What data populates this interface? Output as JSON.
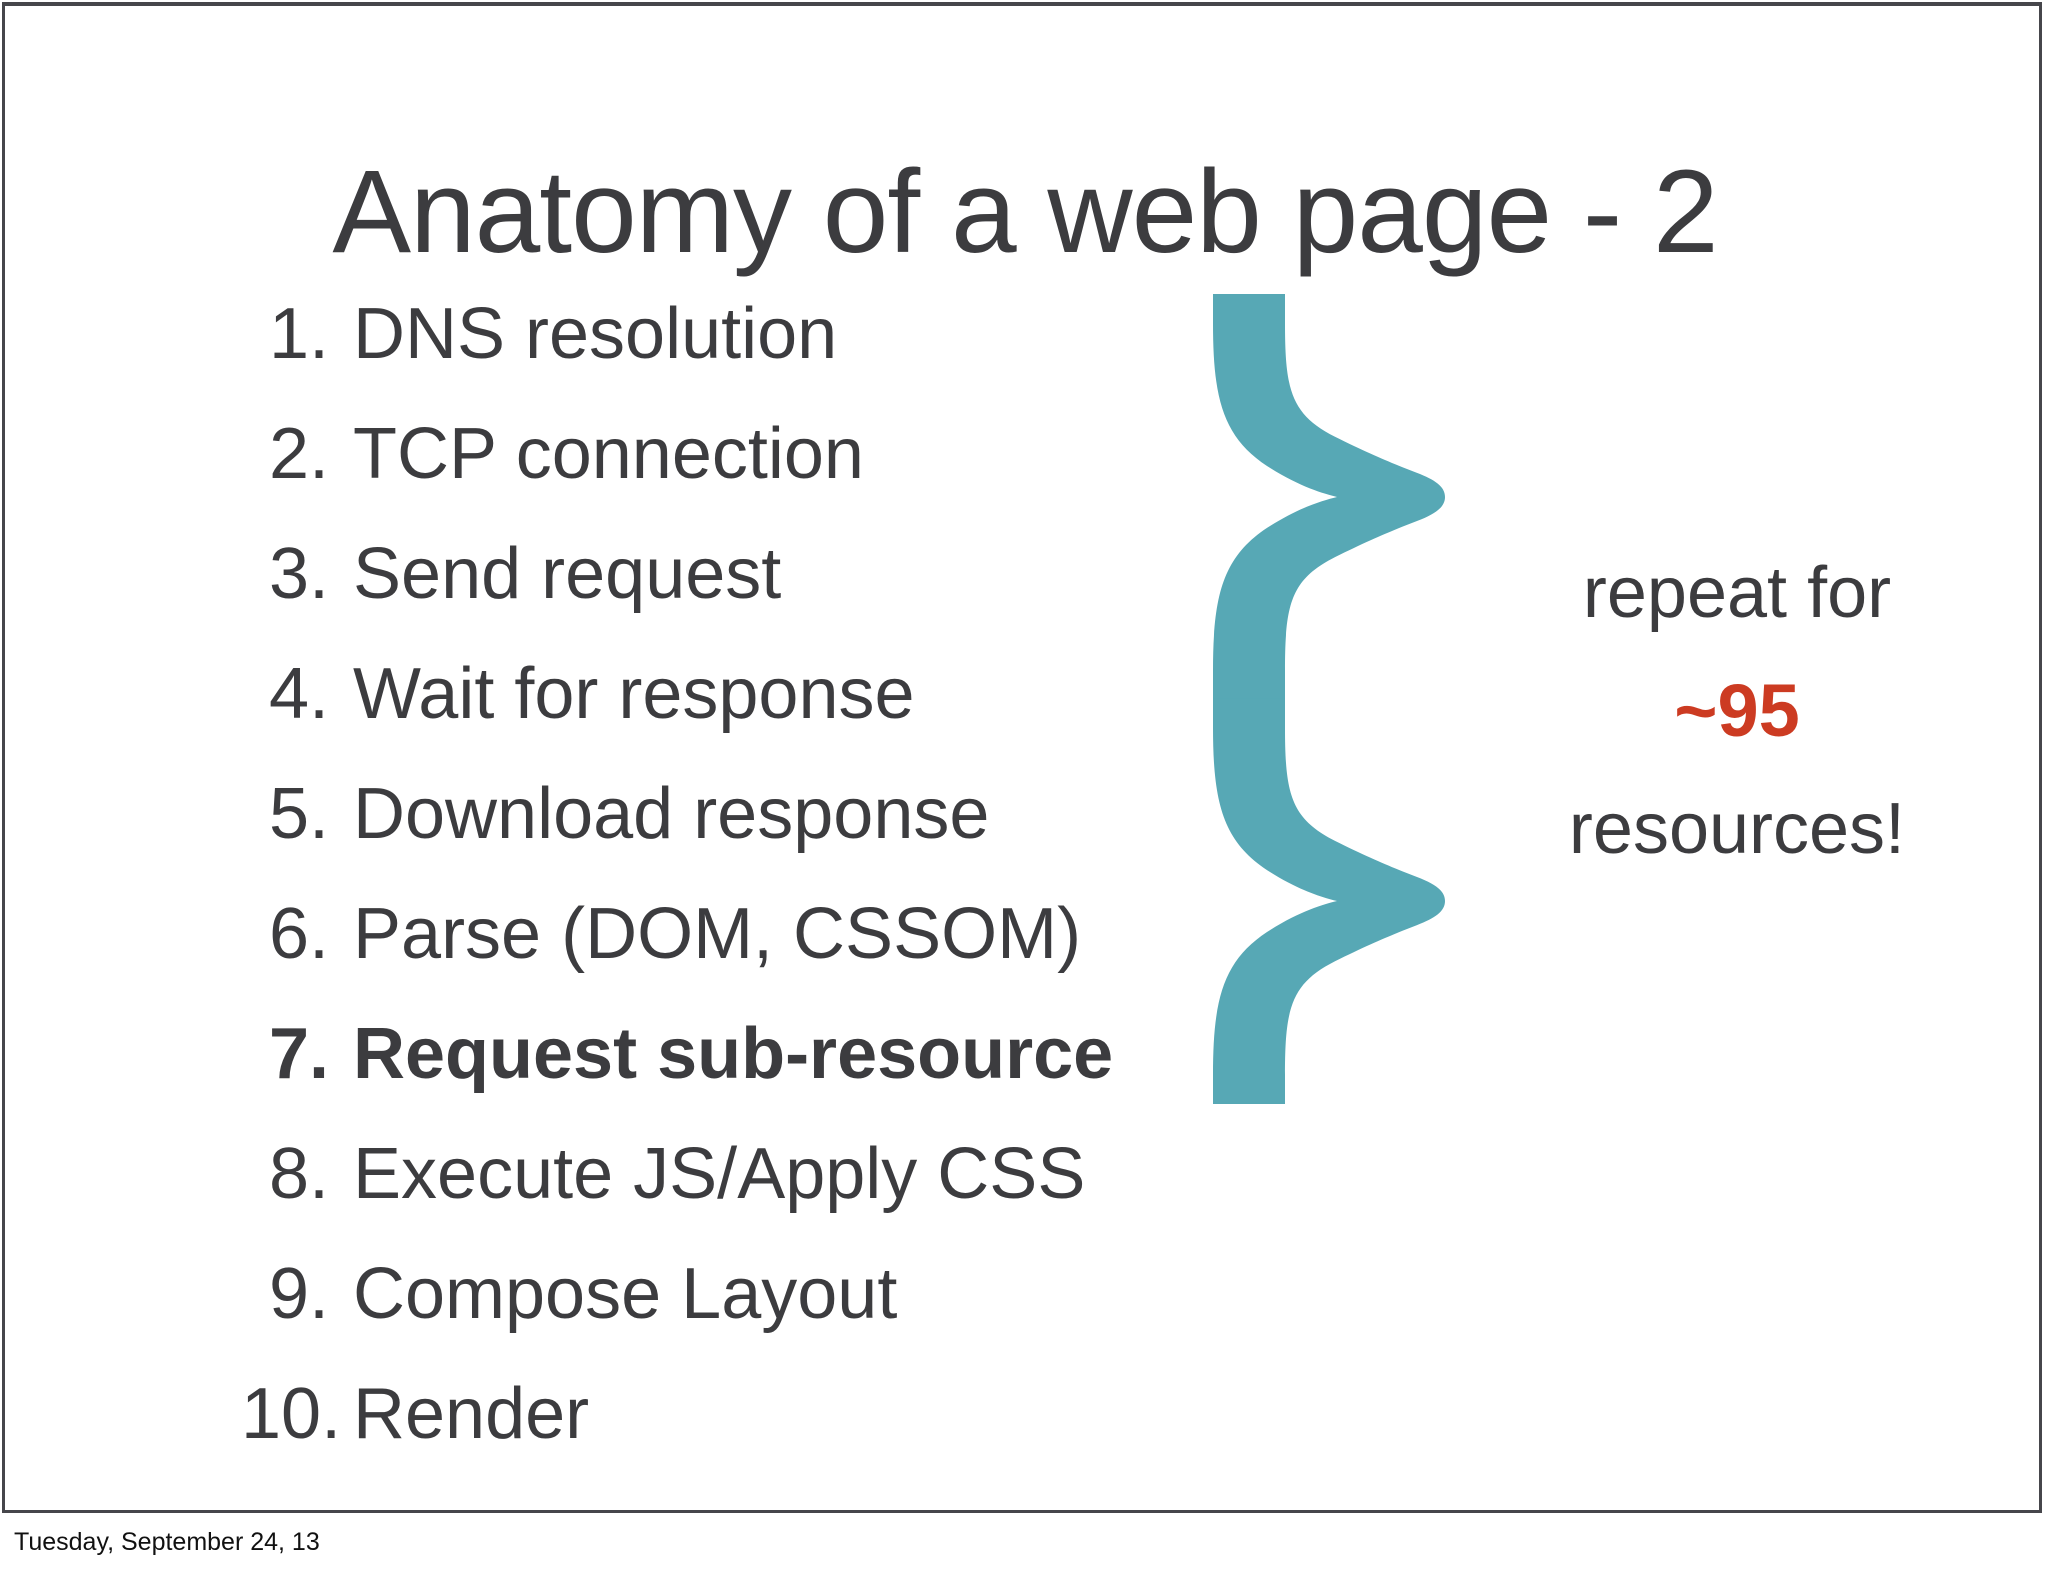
{
  "slide": {
    "title": "Anatomy of a web page - 2",
    "steps": [
      {
        "num": "1.",
        "label": "DNS resolution",
        "bold": false
      },
      {
        "num": "2.",
        "label": "TCP connection",
        "bold": false
      },
      {
        "num": "3.",
        "label": "Send request",
        "bold": false
      },
      {
        "num": "4.",
        "label": "Wait for response",
        "bold": false
      },
      {
        "num": "5.",
        "label": "Download response",
        "bold": false
      },
      {
        "num": "6.",
        "label": "Parse (DOM, CSSOM)",
        "bold": false
      },
      {
        "num": "7.",
        "label": "Request sub-resource",
        "bold": true
      },
      {
        "num": "8.",
        "label": "Execute JS/Apply CSS",
        "bold": false
      },
      {
        "num": "9.",
        "label": "Compose Layout",
        "bold": false
      },
      {
        "num": "10.",
        "label": "Render",
        "bold": false
      }
    ],
    "annotation": {
      "line1": "repeat for",
      "count": "~95",
      "line2": "resources!"
    },
    "brace_icon": "curly-brace-icon",
    "footer": "Tuesday, September 24, 13",
    "colors": {
      "text": "#3c3c3f",
      "accent_teal": "#57a8b5",
      "accent_red": "#cc3b22",
      "frame": "#46464b",
      "background": "#ffffff"
    }
  }
}
